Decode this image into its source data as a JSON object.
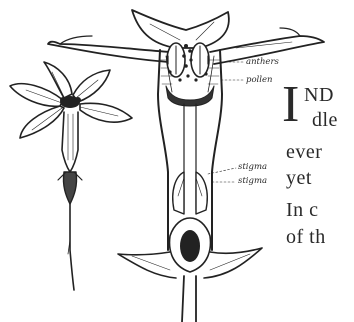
{
  "figure": {
    "labels": {
      "anthers": "anthers",
      "pollen": "pollen",
      "stigma_1": "stigma",
      "stigma_2": "stigma"
    }
  },
  "text": {
    "dropcap": "I",
    "lines": [
      "ND",
      "dle",
      "ever",
      "yet",
      "In c",
      "of th"
    ]
  }
}
